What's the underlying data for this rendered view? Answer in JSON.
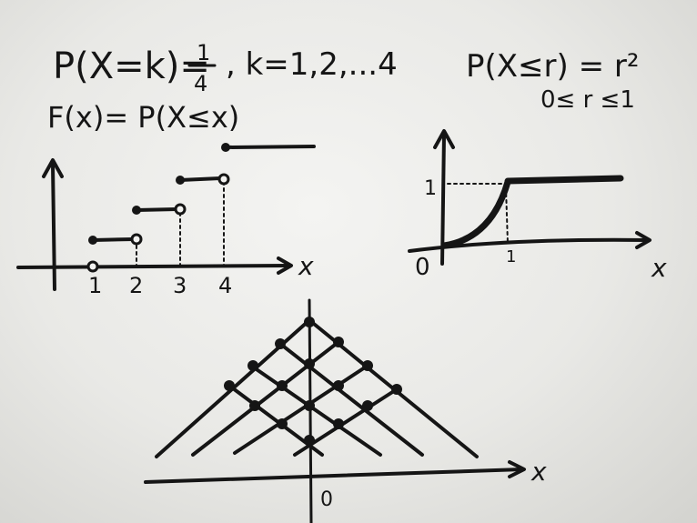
{
  "formulas": {
    "pmf_prefix": "P(X=k)=",
    "pmf_num": "1",
    "pmf_den": "4",
    "pmf_range": ", k=1,2,...4",
    "cdf_def": "F(x)= P(X≤x)",
    "continuous_cdf": "P(X≤r) = r²",
    "continuous_range": "0≤ r ≤1"
  },
  "step_plot": {
    "x_axis_label": "x",
    "tick_labels": [
      "1",
      "2",
      "3",
      "4"
    ]
  },
  "continuous_plot": {
    "x_axis_label": "x",
    "origin_label": "0",
    "y_tick_label": "1",
    "x_tick_label": "1"
  },
  "lattice_plot": {
    "x_axis_label": "x",
    "origin_label": "0"
  },
  "colors": {
    "ink": "#151515",
    "board": "#efefec"
  }
}
